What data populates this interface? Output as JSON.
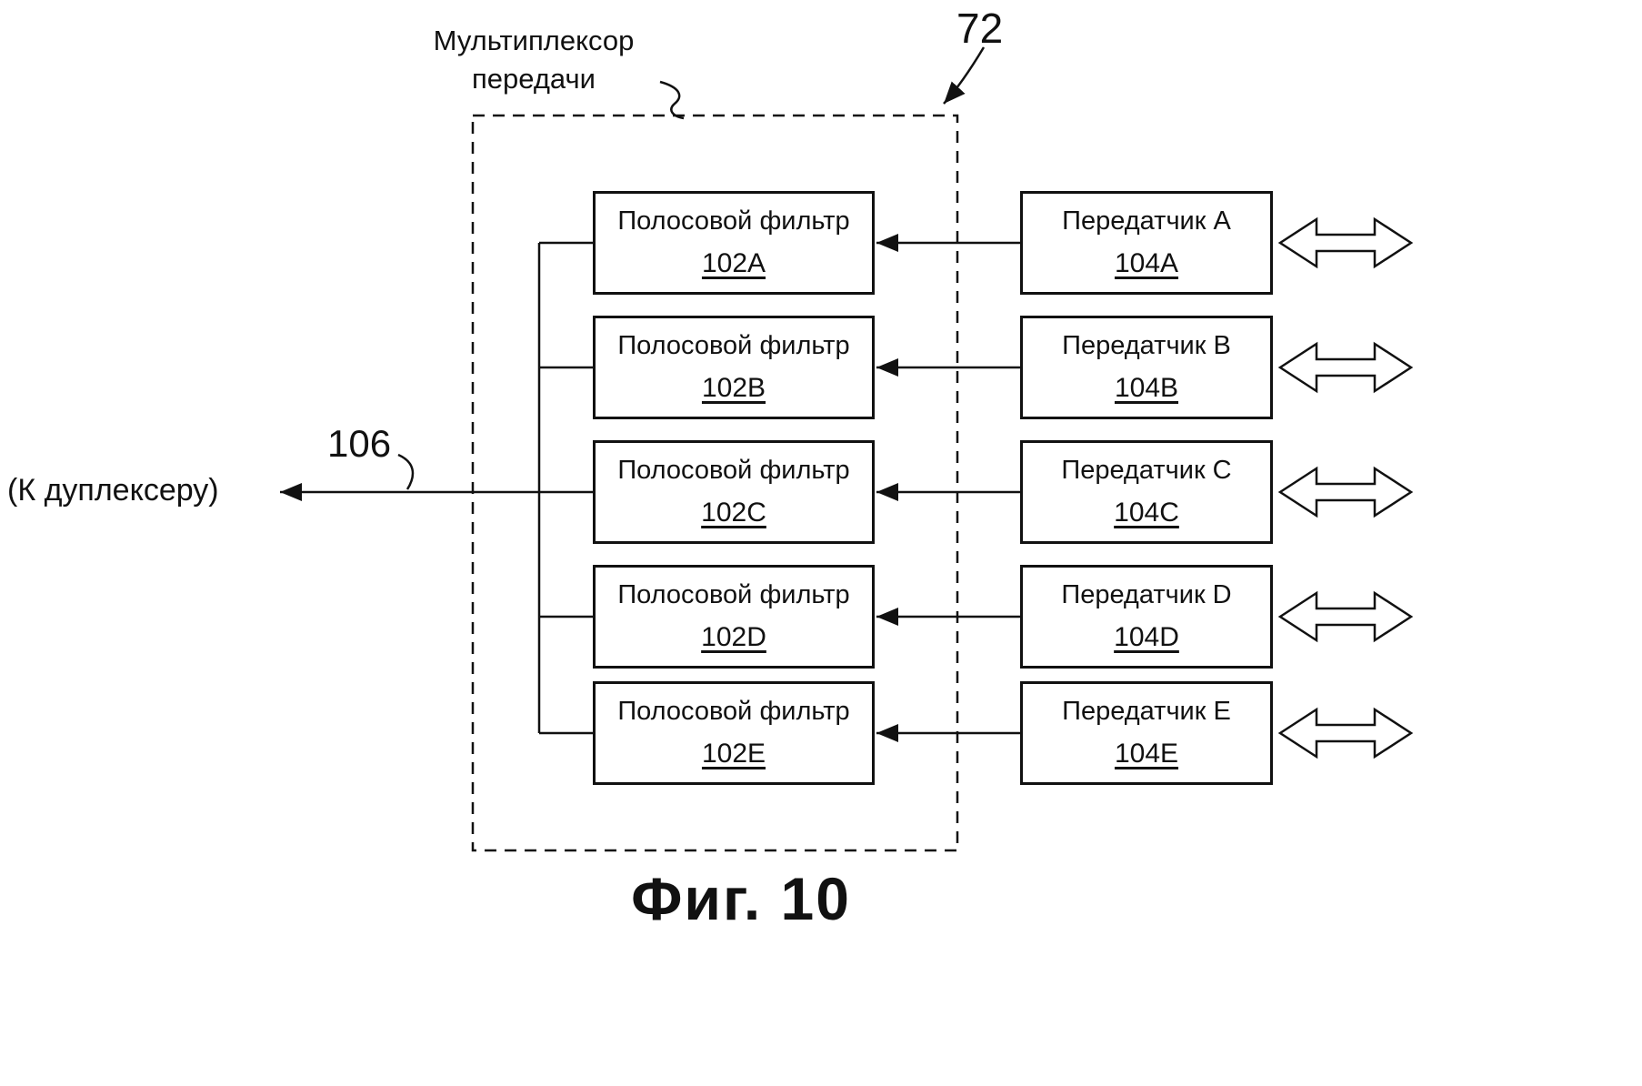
{
  "colors": {
    "ink": "#111111",
    "background": "#ffffff"
  },
  "diagram": {
    "title": {
      "line1": "Мультиплексор",
      "line2": "передачи"
    },
    "boundary_ref": "72",
    "output_ref": "106",
    "output_label": "(К  дуплексеру)",
    "caption": "Фиг. 10"
  },
  "filters": [
    {
      "label": "Полосовой фильтр",
      "ref": "102A"
    },
    {
      "label": "Полосовой фильтр",
      "ref": "102B"
    },
    {
      "label": "Полосовой фильтр",
      "ref": "102C"
    },
    {
      "label": "Полосовой фильтр",
      "ref": "102D"
    },
    {
      "label": "Полосовой фильтр",
      "ref": "102E"
    }
  ],
  "transmitters": [
    {
      "label": "Передатчик  A",
      "ref": "104A"
    },
    {
      "label": "Передатчик B",
      "ref": "104B"
    },
    {
      "label": "Передатчик C",
      "ref": "104C"
    },
    {
      "label": "Передатчик D",
      "ref": "104D"
    },
    {
      "label": "Передатчик E",
      "ref": "104E"
    }
  ]
}
